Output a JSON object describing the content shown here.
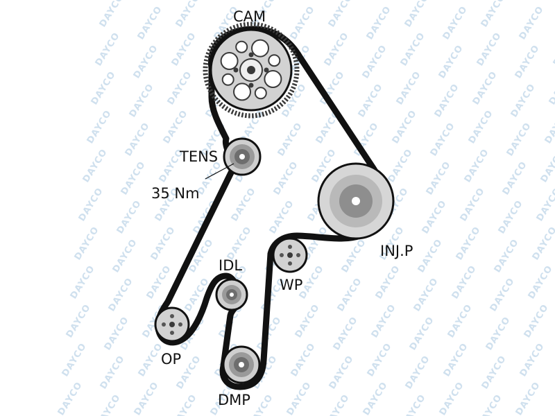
{
  "watermark": {
    "text": "DAYCO",
    "color": "#cfe0ee"
  },
  "colors": {
    "belt": "#111111",
    "pulley_fill": "#d2d2d2",
    "pulley_dark": "#3a3a3a",
    "label": "#111111"
  },
  "labels": {
    "cam": "CAM",
    "tens": "TENS",
    "torque": "35 Nm",
    "injp": "INJ.P",
    "idl": "IDL",
    "wp": "WP",
    "op": "OP",
    "dmp": "DMP"
  }
}
